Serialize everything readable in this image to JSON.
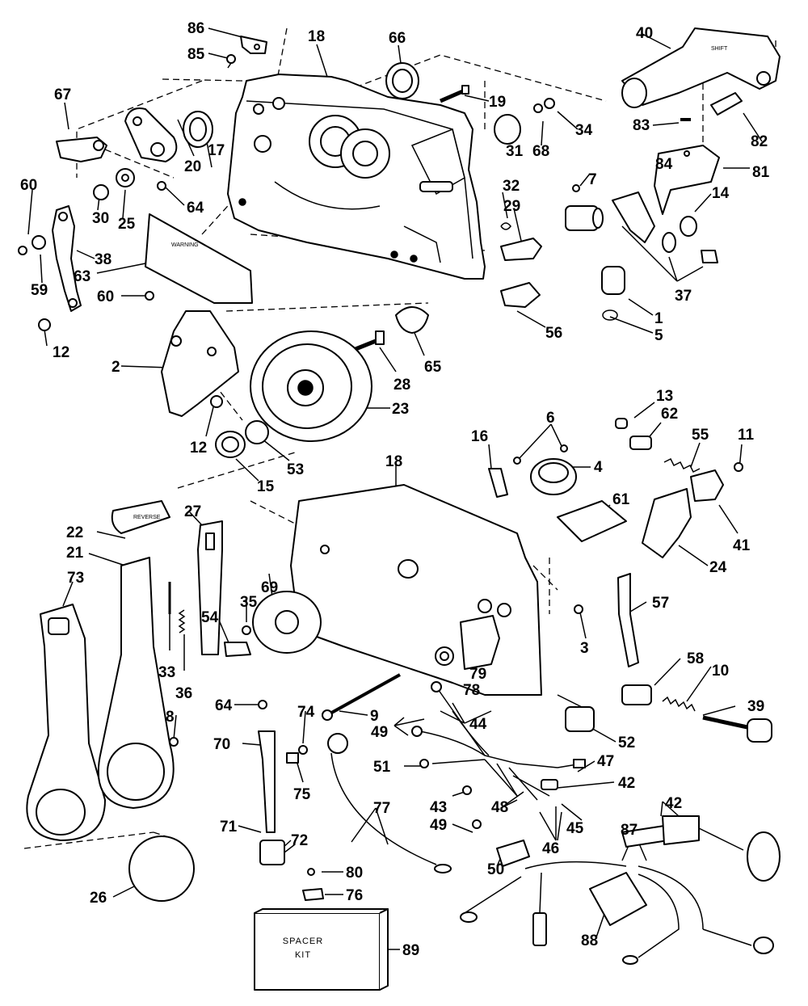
{
  "callouts": [
    "86",
    "85",
    "18",
    "66",
    "40",
    "67",
    "19",
    "34",
    "83",
    "82",
    "68",
    "31",
    "17",
    "20",
    "64",
    "60",
    "30",
    "25",
    "7",
    "84",
    "81",
    "32",
    "29",
    "14",
    "38",
    "63",
    "59",
    "60",
    "37",
    "1",
    "5",
    "56",
    "12",
    "65",
    "2",
    "28",
    "23",
    "13",
    "62",
    "6",
    "16",
    "4",
    "55",
    "11",
    "12",
    "15",
    "53",
    "18",
    "61",
    "41",
    "24",
    "22",
    "27",
    "21",
    "73",
    "35",
    "54",
    "69",
    "57",
    "3",
    "33",
    "36",
    "79",
    "78",
    "58",
    "10",
    "39",
    "8",
    "64",
    "9",
    "74",
    "44",
    "49",
    "70",
    "52",
    "47",
    "51",
    "75",
    "42",
    "42",
    "43",
    "48",
    "45",
    "49",
    "46",
    "77",
    "71",
    "72",
    "87",
    "80",
    "50",
    "76",
    "26",
    "88",
    "89"
  ],
  "spacer_box_label": [
    "SPACER",
    "KIT"
  ],
  "decal_22_text": "REVERSE",
  "decal_63_text": "WARNING",
  "decal_40_text": "SHIFT"
}
